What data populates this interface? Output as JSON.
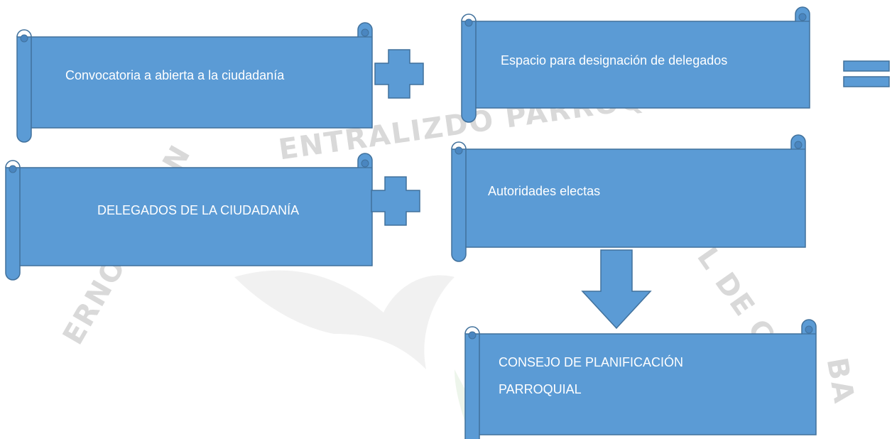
{
  "boxes": {
    "convocatoria": "Convocatoria a abierta a la ciudadanía",
    "espacio": "Espacio para designación de delegados",
    "delegados": "DELEGADOS DE LA CIUDADANÍA",
    "autoridades": "Autoridades electas",
    "consejo_line1": "CONSEJO DE PLANIFICACIÓN",
    "consejo_line2": "PARROQUIAL"
  },
  "watermark": {
    "top": "ENTRALIZDO PARROQU",
    "left": "ERNO AUTON",
    "right": "L DE C",
    "far_right": "BA"
  },
  "colors": {
    "scroll_fill": "#5b9bd5",
    "scroll_stroke": "#41719c",
    "text": "#ffffff",
    "watermark": "#d9d9d9"
  }
}
